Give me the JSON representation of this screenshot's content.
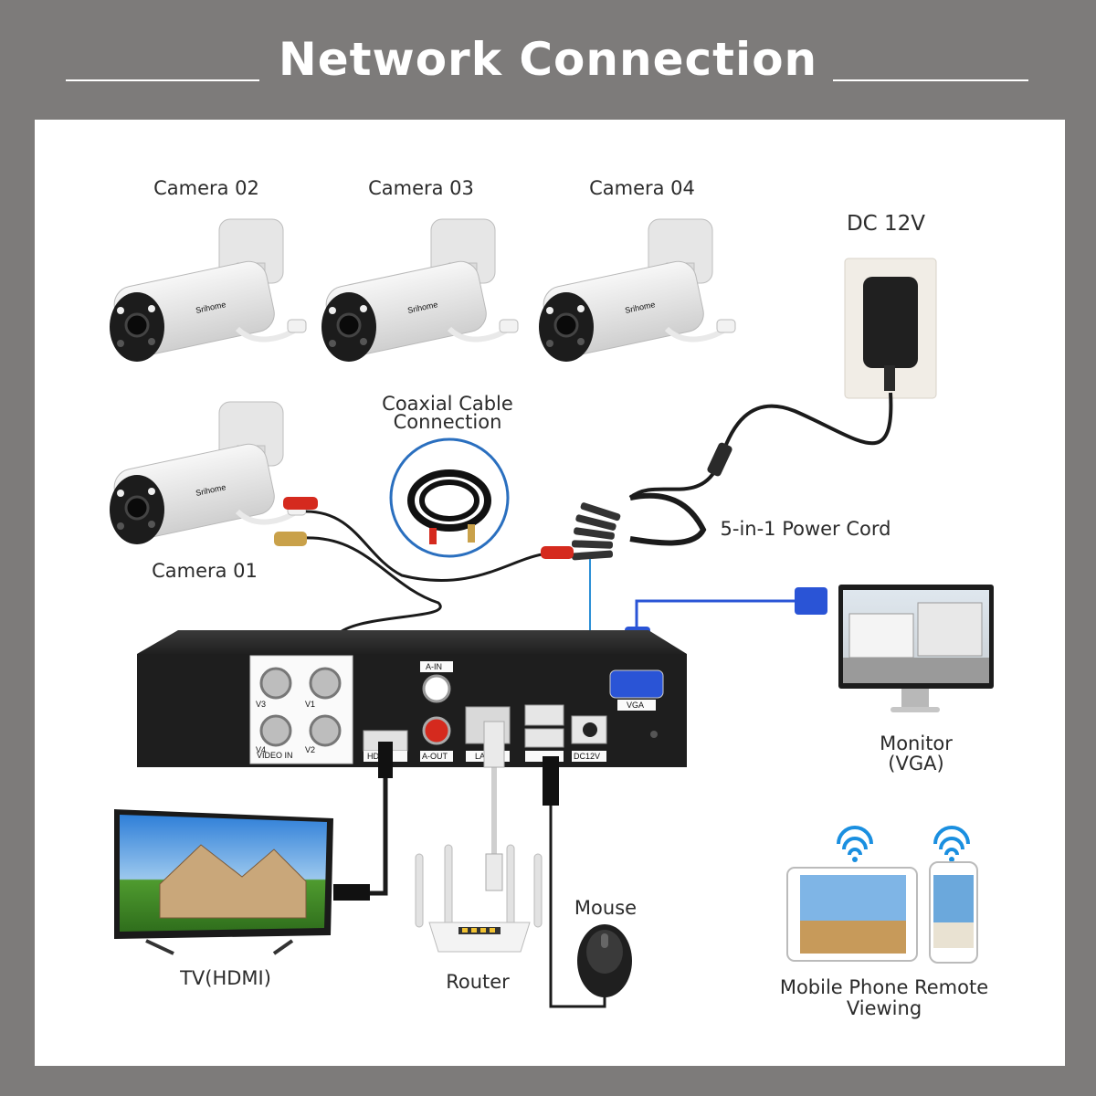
{
  "title": "Network Connection",
  "labels": {
    "camera_02": "Camera 02",
    "camera_03": "Camera 03",
    "camera_04": "Camera 04",
    "camera_01": "Camera 01",
    "dc12v": "DC 12V",
    "coaxial_line1": "Coaxial Cable",
    "coaxial_line2": "Connection",
    "power_cord": "5-in-1 Power Cord",
    "monitor_line1": "Monitor",
    "monitor_line2": "(VGA)",
    "tv": "TV(HDMI)",
    "router": "Router",
    "mouse": "Mouse",
    "mobile_line1": "Mobile Phone Remote",
    "mobile_line2": "Viewing"
  },
  "dvr_ports": {
    "video_in": "VIDEO IN",
    "v1": "V1",
    "v2": "V2",
    "v3": "V3",
    "v4": "V4",
    "a_in": "A-IN",
    "a_out": "A-OUT",
    "hdmi": "HDMI",
    "lan": "LAN",
    "vga": "VGA",
    "dc12v": "DC12V"
  },
  "camera_brand": "Srihome",
  "colors": {
    "frame": "#7d7b7a",
    "panel": "#ffffff",
    "dvr_body": "#1e1e1e",
    "vga_cable": "#2a54d6",
    "power_line": "#2c8fd6",
    "cable": "#1b1b1b",
    "bnc_red": "#d52a1e"
  }
}
